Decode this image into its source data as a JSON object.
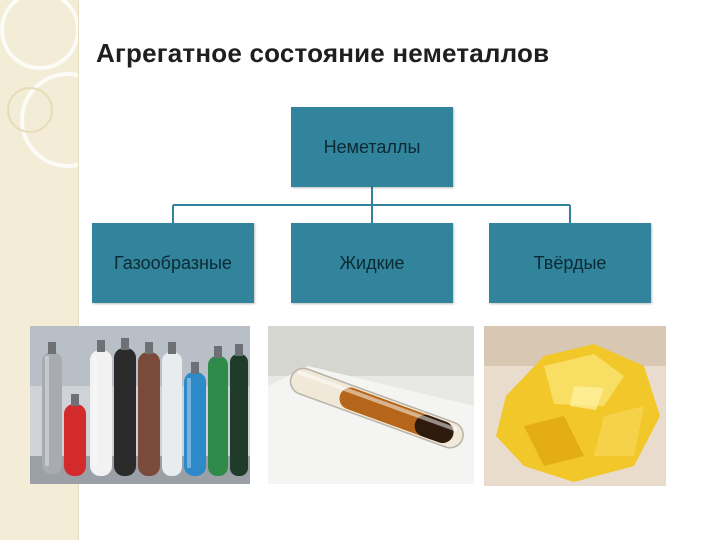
{
  "title": "Агрегатное состояние неметаллов",
  "diagram": {
    "root": {
      "label": "Неметаллы"
    },
    "children": [
      {
        "id": "gas",
        "label": "Газообразные"
      },
      {
        "id": "liquid",
        "label": "Жидкие"
      },
      {
        "id": "solid",
        "label": "Твёрдые"
      }
    ]
  },
  "colors": {
    "box_fill": "#31849b",
    "connector": "#31849b",
    "side_strip": "#f3ecd6"
  },
  "images": [
    {
      "id": "gas-cylinders",
      "depicts": "gas-cylinders-icon"
    },
    {
      "id": "liquid-test-tube",
      "depicts": "test-tube-icon"
    },
    {
      "id": "solid-sulfur",
      "depicts": "sulfur-crystal-icon"
    }
  ]
}
